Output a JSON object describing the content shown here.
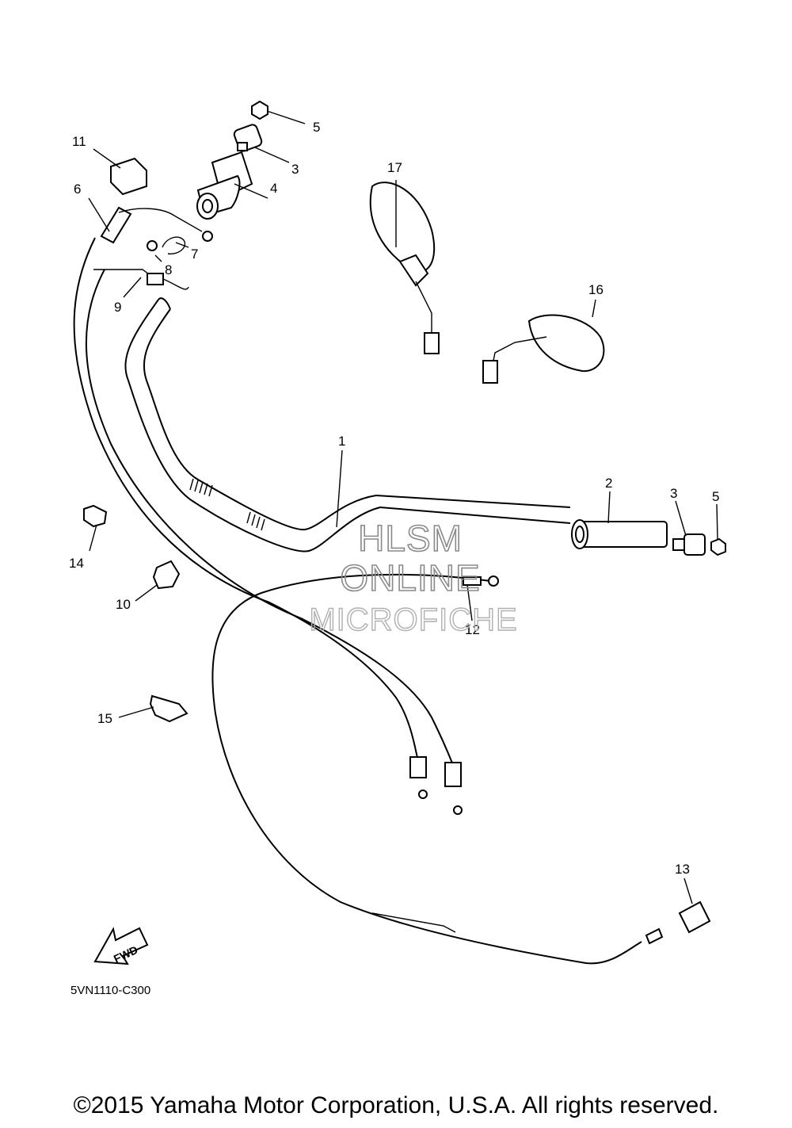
{
  "diagram": {
    "part_code": "5VN1110-C300",
    "fwd_arrow_label": "FWD",
    "callouts": [
      "1",
      "2",
      "3",
      "3",
      "4",
      "5",
      "5",
      "6",
      "7",
      "8",
      "9",
      "10",
      "11",
      "12",
      "13",
      "14",
      "15",
      "16",
      "17"
    ]
  },
  "watermark": {
    "line1": "HLSM",
    "line2": "ONLINE",
    "line3": "MICROFICHE"
  },
  "footer": {
    "copyright": "©2015 Yamaha Motor Corporation, U.S.A. All rights reserved."
  }
}
